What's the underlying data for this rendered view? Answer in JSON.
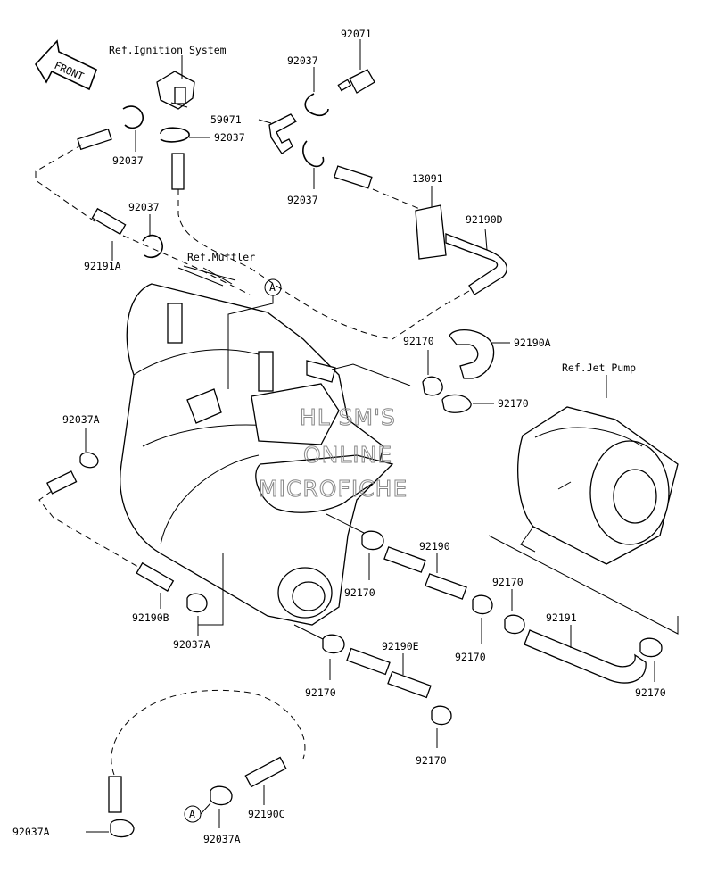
{
  "refs": {
    "ignition": "Ref.Ignition System",
    "muffler": "Ref.Muffler",
    "jet_pump": "Ref.Jet Pump"
  },
  "front_label": "FRONT",
  "watermark": [
    "HL SM'S",
    "ONLINE",
    "MICROFICHE"
  ],
  "callout_letter": "A",
  "part_numbers": {
    "p92071": "92071",
    "p92037_top": "92037",
    "p59071": "59071",
    "p92037_mid": "92037",
    "p92037_left": "92037",
    "p92037_right": "92037",
    "p13091": "13091",
    "p92037_ring": "92037",
    "p92190D": "92190D",
    "p92191A": "92191A",
    "p92170_a": "92170",
    "p92190A": "92190A",
    "p92170_b": "92170",
    "p92037A_left": "92037A",
    "p92190": "92190",
    "p92170_c": "92170",
    "p92170_d": "92170",
    "p92170_e": "92170",
    "p92191": "92191",
    "p92190B": "92190B",
    "p92037A_mid": "92037A",
    "p92170_f": "92170",
    "p92190E": "92190E",
    "p92170_g": "92170",
    "p92170_h": "92170",
    "p92190C": "92190C",
    "p92037A_bl": "92037A",
    "p92037A_bm": "92037A"
  }
}
